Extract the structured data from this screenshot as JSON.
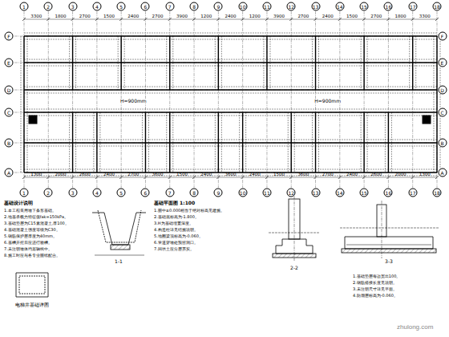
{
  "diagram": {
    "labels": [
      "1",
      "2",
      "3",
      "4",
      "5",
      "6",
      "7",
      "8",
      "9",
      "10",
      "11",
      "12",
      "13",
      "14",
      "15",
      "16",
      "17",
      "18",
      "3300",
      "1800",
      "2700",
      "1500",
      "2400",
      "2700",
      "3900",
      "1200",
      "2400",
      "1200",
      "3900",
      "2700",
      "2400",
      "1500",
      "2700",
      "1800",
      "3300",
      "1300",
      "2000",
      "2600",
      "2400",
      "2700",
      "3600",
      "1500",
      "2400",
      "3600",
      "2400",
      "1500",
      "3600",
      "2700",
      "2400",
      "2600",
      "2000",
      "1300",
      "1",
      "2",
      "3",
      "4",
      "5",
      "6",
      "7",
      "8",
      "9",
      "10",
      "11",
      "12",
      "13",
      "14",
      "15",
      "16",
      "17",
      "18",
      "F",
      "E",
      "D",
      "C",
      "B",
      "A",
      "F",
      "E",
      "D",
      "C",
      "B",
      "A",
      "H=900mm",
      "H=900mm",
      "基础设计说明",
      "1.本工程采用墙下条形基础。",
      "2.地基承载力特征值fak=150kPa。",
      "3.基础垫层为C15素混凝土,厚100。",
      "4.基础混凝土强度等级为C30。",
      "5.钢筋保护层厚度为40mm。",
      "6.基槽开挖后应进行验槽。",
      "7.未注明墙体均居轴线中。",
      "8.施工时应与各专业图纸配合。",
      "1-1",
      "电梯井基础详图",
      "基础平面图 1:100",
      "1.图中±0.000相当于绝对标高见建施。",
      "2.基础底标高为-1.800。",
      "3.H为基础埋置深度。",
      "4.构造柱详见结施说明。",
      "5.地圈梁顶标高为-0.060。",
      "6.管道穿墙处预留洞口。",
      "7.回填土应分层夯实。",
      "2-2",
      "3-3",
      "1.基础垫层每边宽出100。",
      "2.钢筋搭接长度见说明。",
      "3.未注明尺寸详见平面。",
      "4.防潮层标高为-0.060。",
      "zhulong.com"
    ]
  }
}
